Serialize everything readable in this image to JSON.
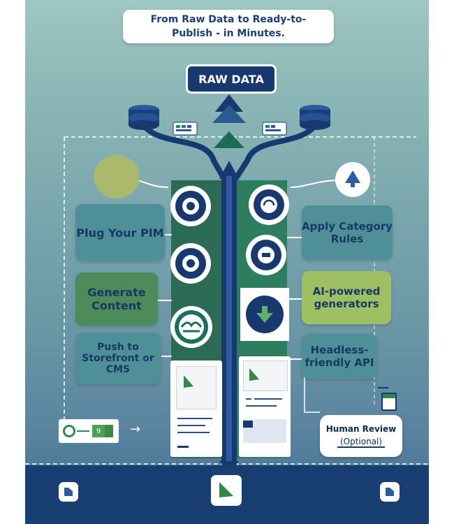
{
  "title": "From Raw Data to Ready-to-Publish - in Minutes.",
  "raw_data": "RAW DATA",
  "left_steps": [
    {
      "label": "Plug Your PIM"
    },
    {
      "label": "Generate Content"
    },
    {
      "label": "Push to Storefront or CMS"
    }
  ],
  "right_steps": [
    {
      "label": "Apply Category Rules"
    },
    {
      "label": "AI-powered generators"
    },
    {
      "label": "Headless-friendly API"
    }
  ],
  "human_review": {
    "line1": "Human Review",
    "line2": "(Optional)"
  },
  "small_badge": "9",
  "arrow_glyph": "→",
  "colors": {
    "navy": "#17396f",
    "green_card": "#4f8a5a",
    "teal_card": "#4f9098",
    "olive_card": "#9fbf63",
    "white": "#ffffff"
  }
}
